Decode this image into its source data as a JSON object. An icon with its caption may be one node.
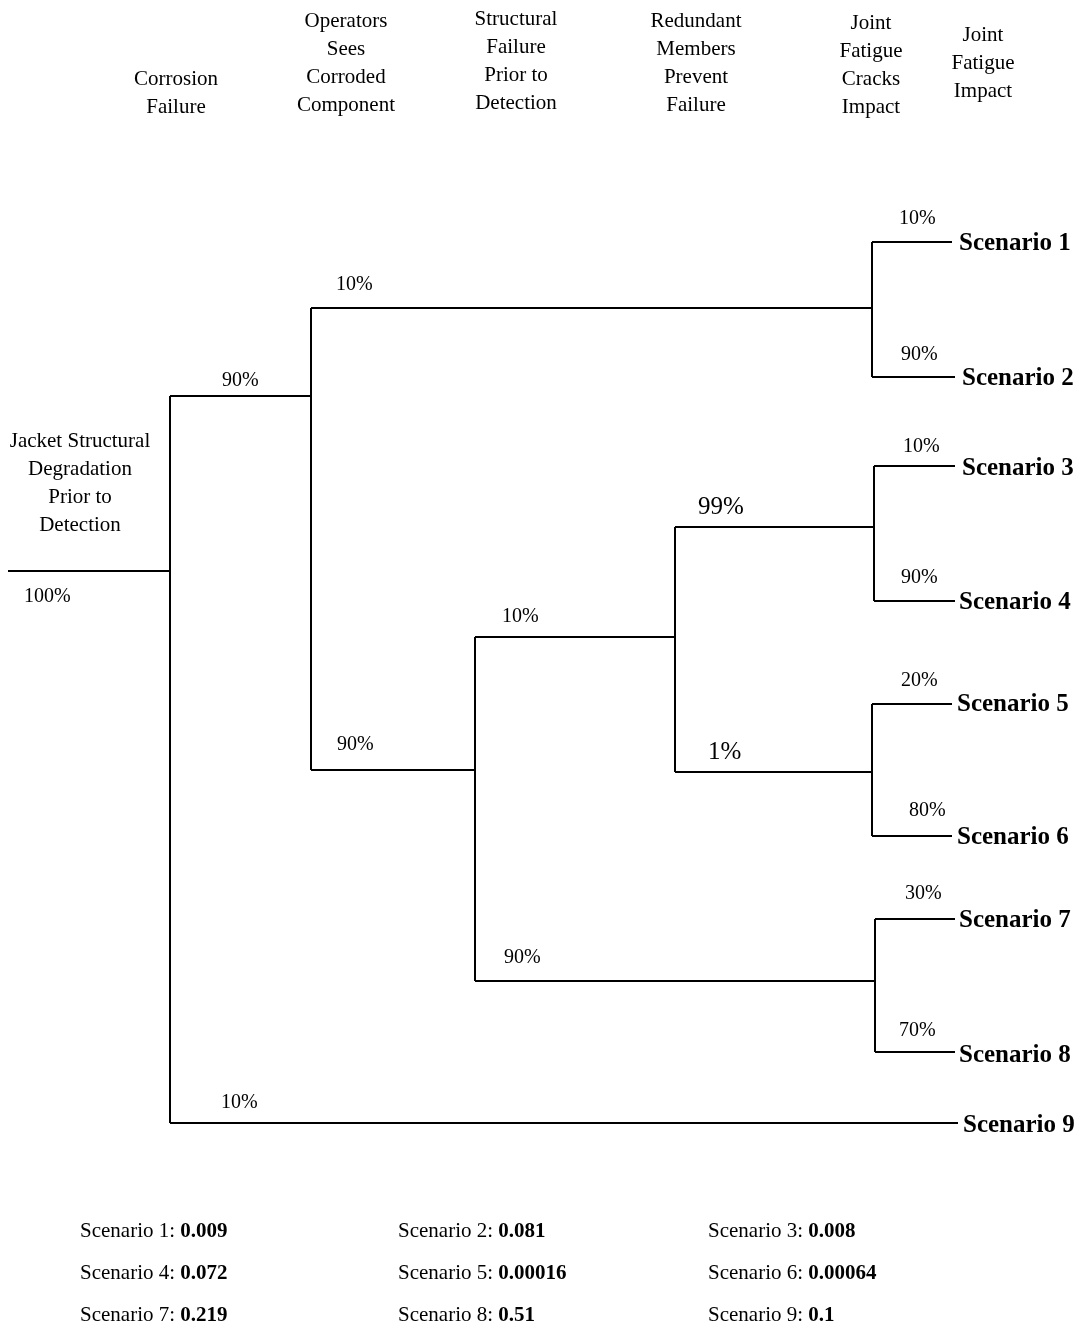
{
  "diagram": {
    "labels": [
      "Corrosion Failure",
      "Operators Sees Corroded Component",
      "Structural Failure Prior to Detection",
      "Redundant Members Prevent Failure",
      "Joint Fatigue Cracks Impact",
      "Joint Fatigue Impact",
      "10%",
      "Scenario 1",
      "10%",
      "90%",
      "90%",
      "Scenario 2",
      "Jacket Structural Degradation Prior to Detection",
      "10%",
      "Scenario 3",
      "99%",
      "90%",
      "100%",
      "Scenario 4",
      "10%",
      "20%",
      "Scenario 5",
      "90%",
      "1%",
      "80%",
      "Scenario 6",
      "30%",
      "Scenario 7",
      "90%",
      "70%",
      "Scenario 8",
      "10%",
      "Scenario 9",
      "Scenario 1: **0.009**",
      "Scenario 2: **0.081**",
      "Scenario 3: **0.008**",
      "Scenario 4: **0.072**",
      "Scenario 5: **0.00016**",
      "Scenario 6: **0.00064**",
      "Scenario 7: **0.219**",
      "Scenario 8: **0.51**",
      "Scenario 9: **0.1**"
    ]
  }
}
